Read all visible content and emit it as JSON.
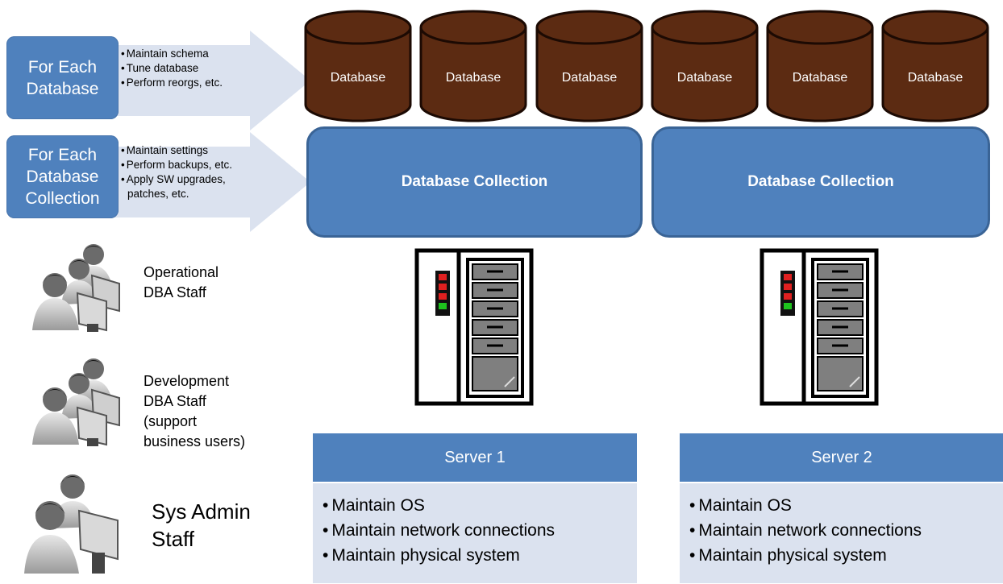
{
  "roles": {
    "database": {
      "title_lines": [
        "For Each",
        "Database"
      ],
      "tasks": [
        "Maintain schema",
        "Tune database",
        "Perform reorgs, etc."
      ]
    },
    "collection": {
      "title_lines": [
        "For Each",
        "Database",
        "Collection"
      ],
      "tasks": [
        "Maintain settings",
        "Perform backups, etc.",
        "Apply SW upgrades,",
        "patches, etc."
      ]
    }
  },
  "databases": [
    "Database",
    "Database",
    "Database",
    "Database",
    "Database",
    "Database"
  ],
  "collections": [
    "Database Collection",
    "Database Collection"
  ],
  "staff": [
    {
      "lines": [
        "Operational",
        "DBA Staff"
      ]
    },
    {
      "lines": [
        "Development",
        "DBA Staff",
        "(support",
        "business users)"
      ]
    },
    {
      "lines": [
        "Sys Admin",
        "Staff"
      ]
    }
  ],
  "servers": [
    {
      "title": "Server 1",
      "tasks": [
        "Maintain OS",
        "Maintain network connections",
        "Maintain physical system"
      ]
    },
    {
      "title": "Server 2",
      "tasks": [
        "Maintain OS",
        "Maintain network connections",
        "Maintain physical system"
      ]
    }
  ],
  "colors": {
    "accent_blue": "#4f81bd",
    "database_brown": "#5c2b12",
    "arrow_fill": "#dbe2ef",
    "server_body": "#dbe2ef"
  },
  "icons": {
    "staff": "people-at-computer-icon",
    "server": "server-rack-icon",
    "database": "database-cylinder-icon"
  }
}
